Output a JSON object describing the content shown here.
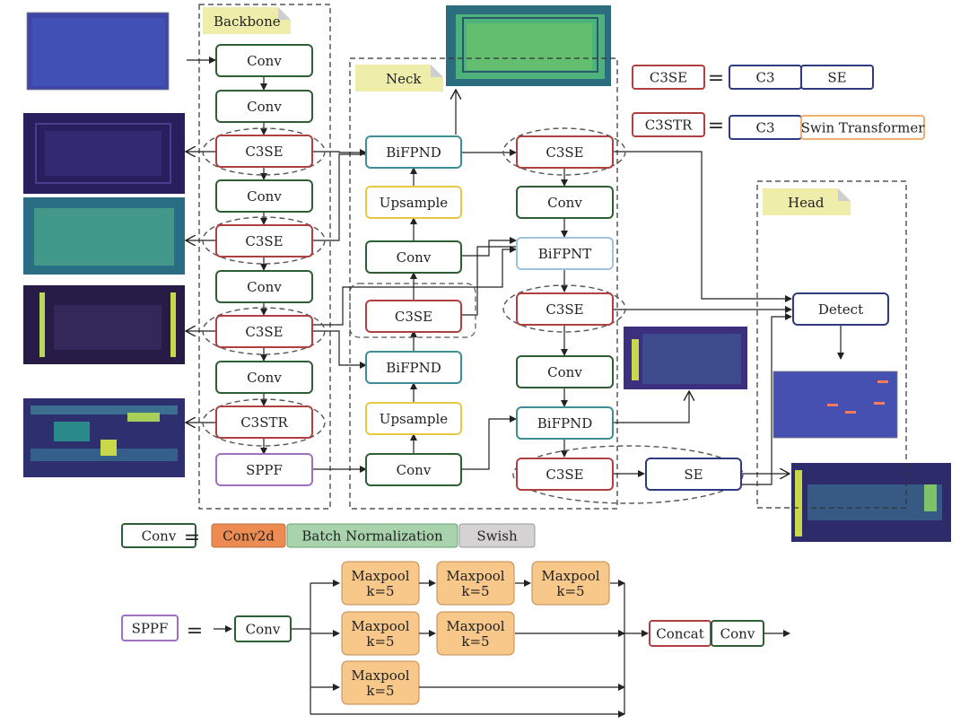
{
  "sections": {
    "backbone": "Backbone",
    "neck": "Neck",
    "head": "Head"
  },
  "backbone": [
    "Conv",
    "Conv",
    "C3SE",
    "Conv",
    "C3SE",
    "Conv",
    "C3SE",
    "Conv",
    "C3STR",
    "SPPF"
  ],
  "neck": {
    "left": [
      "BiFPND",
      "Upsample",
      "Conv",
      "C3SE",
      "BiFPND",
      "Upsample",
      "Conv"
    ],
    "right": [
      "C3SE",
      "Conv",
      "BiFPNT",
      "C3SE",
      "Conv",
      "BiFPND",
      "C3SE"
    ],
    "se": "SE"
  },
  "head": {
    "detect": "Detect"
  },
  "legend": {
    "c3se": {
      "name": "C3SE",
      "equals": "=",
      "parts": [
        "C3",
        "SE"
      ]
    },
    "c3str": {
      "name": "C3STR",
      "equals": "=",
      "parts": [
        "C3",
        "Swin Transformer"
      ]
    },
    "conv": {
      "name": "Conv",
      "equals": "=",
      "parts": [
        "Conv2d",
        "Batch Normalization",
        "Swish"
      ]
    },
    "sppf": {
      "name": "SPPF",
      "equals": "=",
      "conv": "Conv",
      "maxpool": [
        "Maxpool",
        "k=5"
      ],
      "concat": "Concat",
      "conv_out": "Conv"
    }
  },
  "colors": {
    "conv": "#2e5e35",
    "c3": "#b04040",
    "bifpn": "#3d8f95",
    "bifpnt": "#9ec3dc",
    "upsample": "#e8c843",
    "sppf": "#a070c0",
    "se": "#2f3a7e",
    "conv2d": "#ec8c52",
    "bn": "#a8d3ad",
    "swish": "#d4d2d2",
    "maxpool": "#f8c88b",
    "label_bg": "#eeeeaa"
  }
}
